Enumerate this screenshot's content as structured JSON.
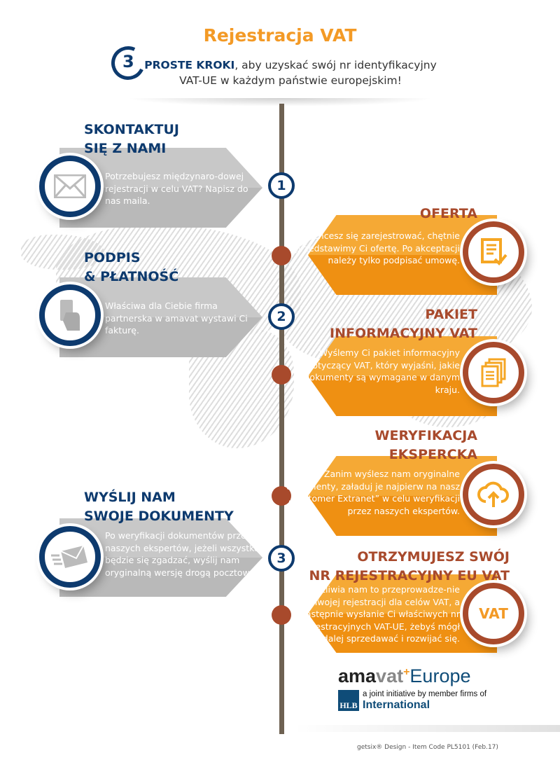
{
  "header": {
    "title": "Rejestracja VAT",
    "steps_number": "3",
    "steps_label": "PROSTE KROKI",
    "subtitle_rest": ", aby uzyskać swój nr identyfikacyjny",
    "subtitle_line2": "VAT-UE w każdym państwie europejskim!"
  },
  "timeline": {
    "numbers": [
      "1",
      "2",
      "3"
    ]
  },
  "left_steps": [
    {
      "title1": "SKONTAKTUJ",
      "title2": "SIĘ Z NAMI",
      "text": "Potrzebujesz międzynaro-dowej rejestracji w celu VAT? Napisz do nas maila.",
      "icon": "envelope-icon"
    },
    {
      "title1": "PODPIS",
      "title2": "& PŁATNOŚĆ",
      "text": "Właściwa dla Ciebie firma partnerska w amavat wystawi Ci fakturę.",
      "icon": "card-hand-icon"
    },
    {
      "title1": "WYŚLIJ NAM",
      "title2": "SWOJE DOKUMENTY",
      "text": "Po weryfikacji dokumentów przez naszych ekspertów, jeżeli wszystko będzie się zgadzać, wyślij nam oryginalną wersję drogą pocztową.",
      "icon": "send-mail-icon"
    }
  ],
  "right_steps": [
    {
      "title1": "",
      "title2": "OFERTA",
      "text": "Jeśli chcesz się zarejestrować, chętnie przedstawimy Ci ofertę. Po akceptacji należy tylko podpisać umowę.",
      "icon": "document-check-icon"
    },
    {
      "title1": "PAKIET",
      "title2": "INFORMACYJNY VAT",
      "text": "Wyślemy Ci pakiet informacyjny dotyczący VAT, który wyjaśni, jakie dokumenty są wymagane w danym kraju.",
      "icon": "documents-icon"
    },
    {
      "title1": "WERYFIKACJA",
      "title2": "EKSPERCKA",
      "text": "Zanim wyślesz nam oryginalne dokumenty, załaduj je najpierw na nasz „Customer Extranet” w celu weryfikacji przez naszych ekspertów.",
      "icon": "cloud-upload-icon"
    },
    {
      "title1": "OTRZYMUJESZ SWÓJ",
      "title2": "NR REJESTRACYJNY EU VAT",
      "text": "Umożliwia nam to przeprowadze-nie Twojej rejestracji dla celów VAT, a następnie wysłanie Ci właściwych nr rejestracyjnych VAT-UE, żebyś mógł dalej sprzedawać i rozwijać się.",
      "icon": "vat-icon",
      "icon_text": "VAT"
    }
  ],
  "logo": {
    "ama": "ama",
    "vat": "vat",
    "plus": "+",
    "europe": "Europe",
    "hlb": "HLB",
    "joint": "a joint initiative by member firms of",
    "international": "International"
  },
  "footer": "getsix® Design - Item Code PL5101 (Feb.17)",
  "colors": {
    "navy": "#0d3a6e",
    "orange": "#f39a26",
    "brown": "#a84a2c",
    "line": "#6e6152"
  }
}
